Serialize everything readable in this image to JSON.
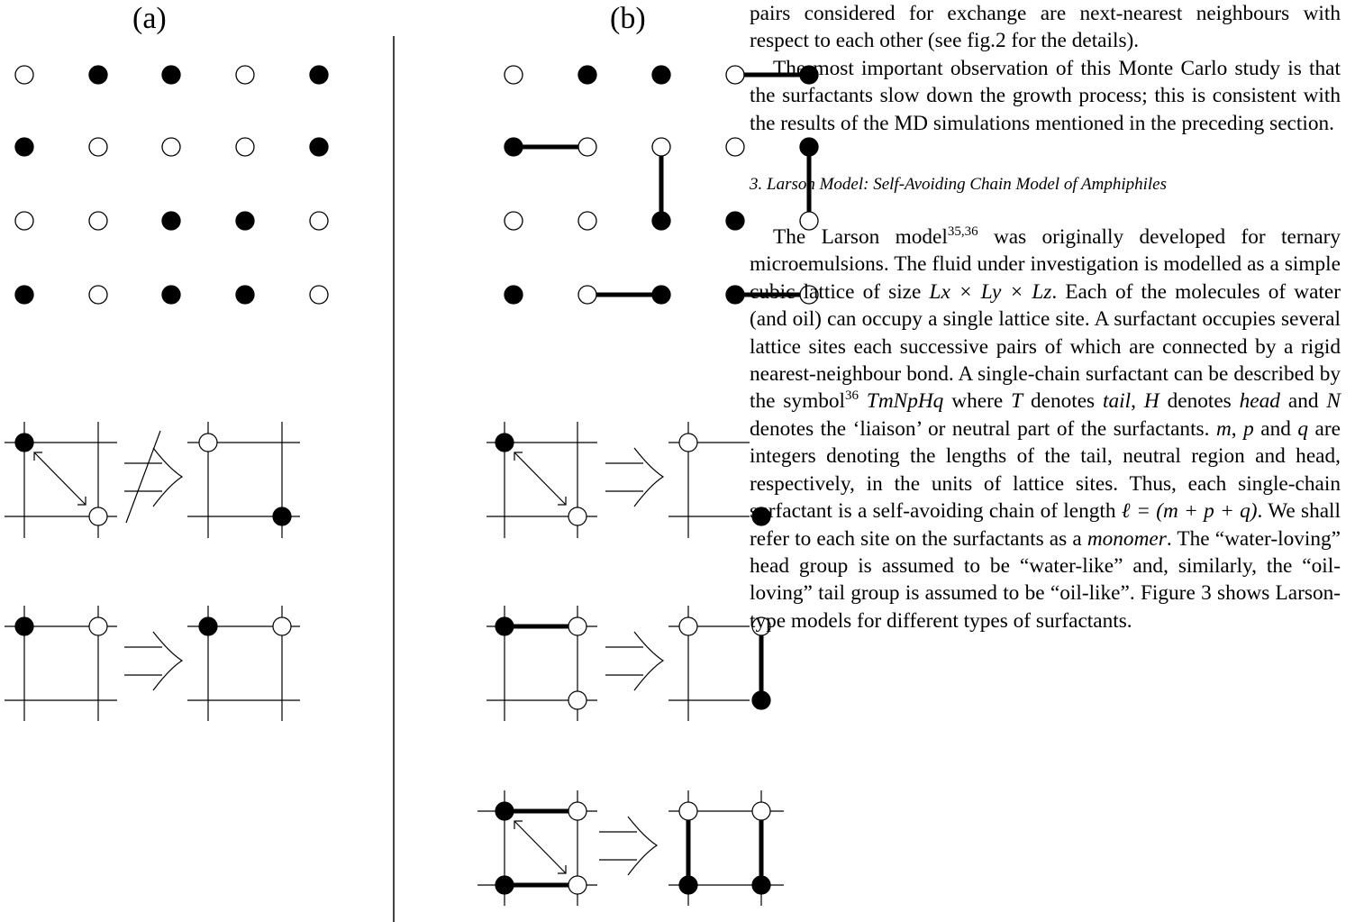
{
  "figure": {
    "label_a": "(a)",
    "label_b": "(b)"
  },
  "text": {
    "p1": "pairs considered for exchange are next-nearest neighbours with respect to each other (see fig.2 for the details).",
    "p2": "The most important observation of this Monte Carlo study is that the surfactants slow down the growth process; this is consistent with the results of the MD simulations mentioned in the preceding section.",
    "heading": "3. Larson Model: Self-Avoiding Chain Model of Amphiphiles",
    "p3_a": "The Larson model",
    "p3_ref1": "35,36",
    "p3_b": " was originally developed for ternary microemulsions. The fluid under investigation is modelled as a simple cubic lattice of size ",
    "p3_lattice": "Lx × Ly × Lz",
    "p3_c": ". Each of the molecules of water (and oil) can occupy a single lattice site. A surfactant occupies several lattice sites each successive pairs of which are connected by a rigid nearest-neighbour bond. A single-chain surfactant can be described by the symbol",
    "p3_ref2": "36",
    "p3_symbol": " TmNpHq",
    "p3_d": " where ",
    "p3_T": "T",
    "p3_e": " denotes ",
    "p3_tail": "tail",
    "p3_f": ", ",
    "p3_H": "H",
    "p3_g": " denotes ",
    "p3_head": "head",
    "p3_h": " and ",
    "p3_N": "N",
    "p3_i": " denotes the ‘liaison’ or neutral part of the surfactants. ",
    "p3_m": "m",
    "p3_j": ", ",
    "p3_p": "p",
    "p3_k": " and ",
    "p3_q": "q",
    "p3_l": " are integers denoting the lengths of the tail, neutral region and head, respectively, in the units of lattice sites. Thus, each single-chain surfactant is a self-avoiding chain of length ",
    "p3_len": "ℓ = (m + p + q)",
    "p3_mm": ". We shall refer to each site on the surfactants as a ",
    "p3_monomer": "monomer",
    "p3_n": ". The “water-loving” head group is assumed to be “water-like” and, similarly, the “oil-loving” tail group is assumed to be “oil-like”. Figure 3 shows Larson-type models for different types of surfactants."
  }
}
